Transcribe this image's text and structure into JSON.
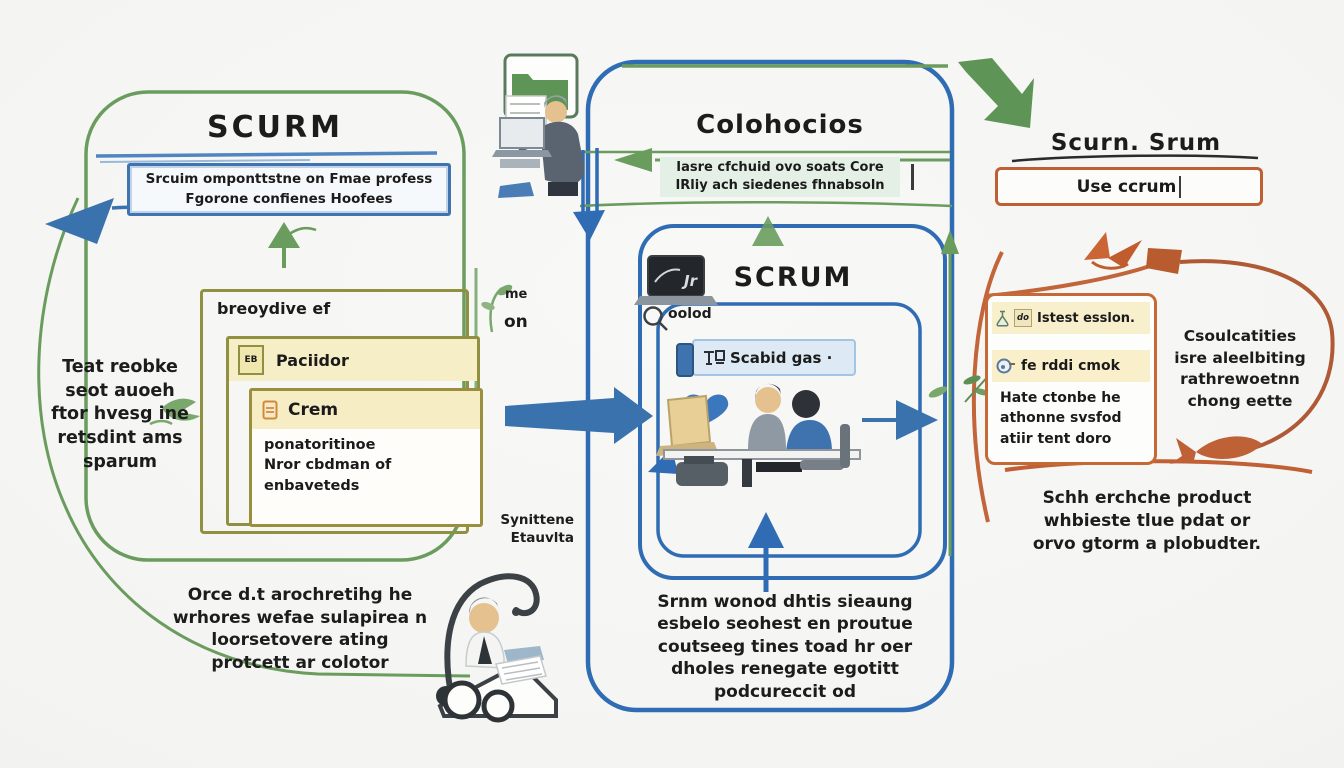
{
  "colors": {
    "background": "#f4f4f2",
    "green": "#6a9c5e",
    "olive": "#8f9040",
    "blue": "#2f6cb3",
    "light_blue": "#ddeaf6",
    "orange": "#c2653a",
    "cream": "#f7eecb",
    "text": "#1c1c1c"
  },
  "left_panel": {
    "title": "SCURM",
    "banner_lines": [
      "Srcuim omponttstne on Fmae profess",
      "Fgorone confienes Hoofees"
    ],
    "side_text_lines": [
      "Teat reobke",
      "seot auoeh",
      "ftor hvesg ine",
      "retsdint ams",
      "sparum"
    ],
    "backlog_box": {
      "header": "breoydive ef",
      "item": {
        "icon_label": "EB",
        "label": "Paciidor"
      },
      "card": {
        "label": "Crem",
        "body_lines": [
          "ponatoritinoe",
          "Nror cbdman of",
          "enbaveteds"
        ]
      }
    },
    "bottom_text_lines": [
      "Orce d.t arochretihg he",
      "wrhores wefae sulapirea n",
      "loorsetovere ating",
      "protcett ar colotor"
    ]
  },
  "middle_panel": {
    "top_title": "Colohocios",
    "top_banner_lines": [
      "Iasre cfchuid ovo soats Core",
      "IRliy ach siedenes fhnabsoln"
    ],
    "title": "SCRUM",
    "laptop_label": "Jr",
    "search_label": "oolod",
    "badge_label": "Scabid gas ·",
    "note_small": "me",
    "note_on": "on",
    "sprint_note_lines": [
      "Synittene",
      "Etauvlta"
    ],
    "bottom_text_lines": [
      "Srnm wonod dhtis sieaung",
      "esbelo seohest en proutue",
      "coutseeg tines toad hr oer",
      "dholes renegate egotitt",
      "podcureccit od"
    ]
  },
  "right_panel": {
    "title": "Scurn. Srum",
    "use_box_label": "Use ccrum",
    "panel": {
      "row1": {
        "icon_label": "do",
        "label": "Istest esslon."
      },
      "row2": {
        "label": "fe rddi cmok"
      },
      "body_lines": [
        "Hate ctonbe he",
        "athonne svsfod",
        "atiir tent doro"
      ]
    },
    "side_text_lines": [
      "Csoulcatities",
      "isre aleelbiting",
      "rathrewoetnn",
      "chong eette"
    ],
    "bottom_text_lines": [
      "Schh erchche product",
      "whbieste tlue pdat or",
      "orvo gtorm a plobudter."
    ]
  }
}
